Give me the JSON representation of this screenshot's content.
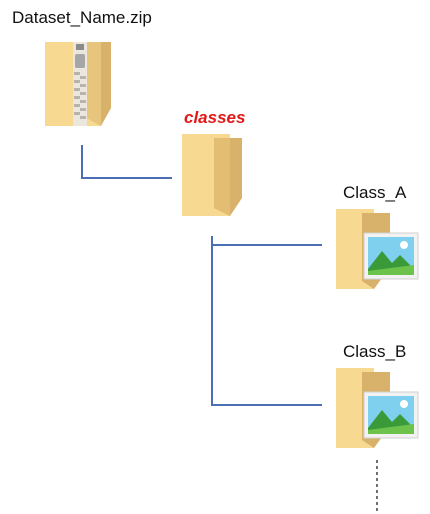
{
  "root": {
    "filename": "Dataset_Name.zip",
    "icon": "zip-archive-icon"
  },
  "classes_folder": {
    "label": "classes",
    "icon": "folder-icon",
    "label_color": "#e01818"
  },
  "class_folders": [
    {
      "label": "Class_A",
      "icon": "image-folder-icon"
    },
    {
      "label": "Class_B",
      "icon": "image-folder-icon"
    }
  ],
  "colors": {
    "connector": "#4a6fb5",
    "folder_light": "#f7d992",
    "folder_dark": "#d8b26a"
  }
}
